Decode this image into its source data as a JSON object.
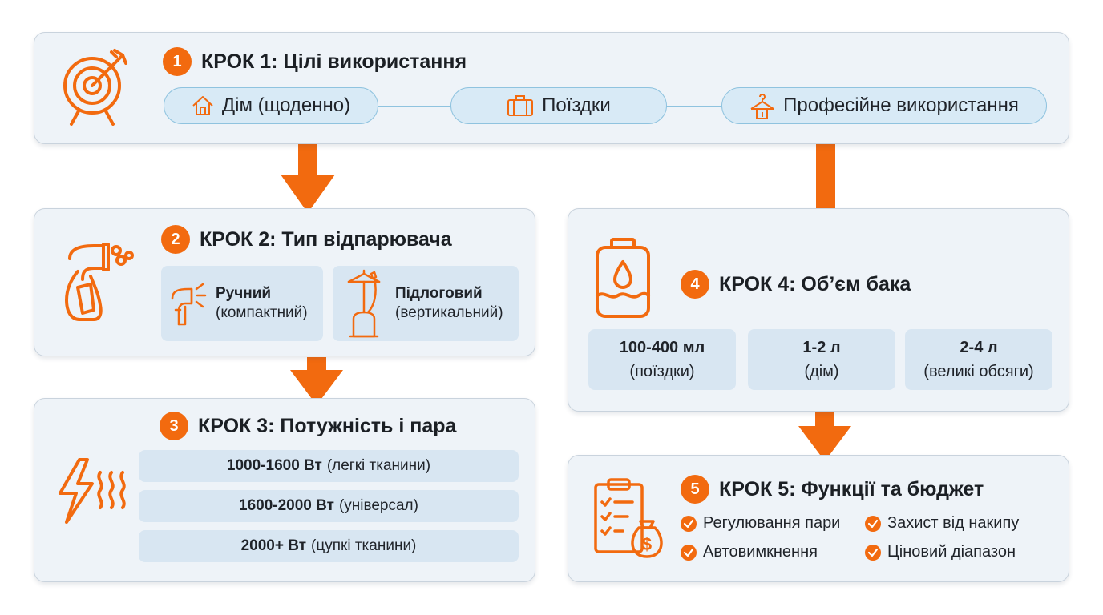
{
  "colors": {
    "accent": "#f26a0f",
    "card_bg": "#eef3f8",
    "pill_bg": "#d8eaf6",
    "pill_border": "#8fc3df"
  },
  "step1": {
    "number": "1",
    "title": "КРОК 1: Цілі використання",
    "icon": "target-icon",
    "options": [
      {
        "label": "Дім (щоденно)",
        "icon": "house-icon"
      },
      {
        "label": "Поїздки",
        "icon": "suitcase-icon"
      },
      {
        "label": "Професійне використання",
        "icon": "hanger-icon"
      }
    ]
  },
  "step2": {
    "number": "2",
    "title": "КРОК 2: Тип відпарювача",
    "icon": "handheld-steamer-icon",
    "types": [
      {
        "name": "Ручний",
        "desc": "(компактний)",
        "icon": "handheld-steamer-small-icon"
      },
      {
        "name": "Підлоговий",
        "desc": "(вертикальний)",
        "icon": "standing-steamer-icon"
      }
    ]
  },
  "step3": {
    "number": "3",
    "title": "КРОК 3: Потужність і пара",
    "icon": "lightning-steam-icon",
    "levels": [
      {
        "power": "1000-1600 Вт",
        "note": "(легкі тканини)"
      },
      {
        "power": "1600-2000 Вт",
        "note": "(універсал)"
      },
      {
        "power": "2000+ Вт",
        "note": "(цупкі тканини)"
      }
    ]
  },
  "step4": {
    "number": "4",
    "title": "КРОК 4: Об’єм бака",
    "icon": "water-tank-icon",
    "volumes": [
      {
        "value": "100-400 мл",
        "note": "(поїздки)"
      },
      {
        "value": "1-2 л",
        "note": "(дім)"
      },
      {
        "value": "2-4 л",
        "note": "(великі обсяги)"
      }
    ]
  },
  "step5": {
    "number": "5",
    "title": "КРОК 5: Функції та бюджет",
    "icon": "checklist-money-icon",
    "features": [
      "Регулювання пари",
      "Захист від накипу",
      "Автовимкнення",
      "Ціновий діапазон"
    ]
  }
}
